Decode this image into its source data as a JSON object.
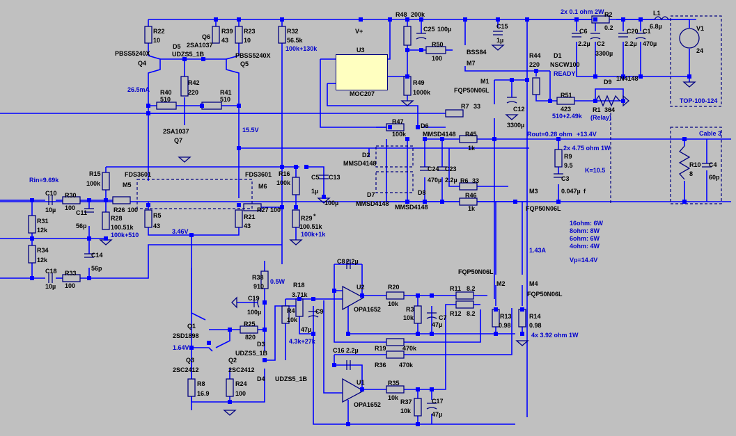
{
  "window": {
    "title": "LTspice schematic - headphone/speaker amplifier"
  },
  "colors": {
    "background": "#c0c0c0",
    "wire": "#0000ff",
    "component": "#000080",
    "label": "#000000",
    "annotation": "#0000cc",
    "opto_fill": "#ffffc0"
  },
  "components": {
    "R22": {
      "name": "R22",
      "value": "10"
    },
    "R39": {
      "name": "R39",
      "value": "43"
    },
    "R23": {
      "name": "R23",
      "value": "10"
    },
    "R32": {
      "name": "R32",
      "value": "56.5k",
      "note": "100k+130k"
    },
    "Q4": {
      "name": "Q4",
      "model": "PBSS5240X"
    },
    "Q5": {
      "name": "Q5",
      "model": "PBSS5240X"
    },
    "Q6": {
      "name": "Q6",
      "model": "2SA1037"
    },
    "Q7": {
      "name": "Q7",
      "model": "2SA1037"
    },
    "D5": {
      "name": "D5",
      "model": "UDZS5_1B"
    },
    "R42": {
      "name": "R42",
      "value": "220"
    },
    "R40": {
      "name": "R40",
      "value": "510"
    },
    "R41": {
      "name": "R41",
      "value": "510"
    },
    "R48": {
      "name": "R48",
      "value": "200k"
    },
    "C25": {
      "name": "C25",
      "value": "100µ"
    },
    "C15": {
      "name": "C15",
      "value": "1µ"
    },
    "U3": {
      "name": "U3",
      "model": "MOC207"
    },
    "R50": {
      "name": "R50",
      "value": "100"
    },
    "M7": {
      "name": "M7",
      "model": "BSS84"
    },
    "R49": {
      "name": "R49",
      "value": "1000k"
    },
    "R44": {
      "name": "R44",
      "value": "220"
    },
    "D1": {
      "name": "D1",
      "model": "NSCW100",
      "note": "READY"
    },
    "R51": {
      "name": "R51",
      "value": "423",
      "note": "510+2.49k"
    },
    "D9": {
      "name": "D9",
      "model": "1N4148"
    },
    "R1": {
      "name": "R1",
      "value": "364",
      "note": "(Relay)"
    },
    "C6": {
      "name": "C6",
      "value": "2.2µ"
    },
    "C2": {
      "name": "C2",
      "value": "3300µ"
    },
    "R2": {
      "name": "R2",
      "value": "0.2"
    },
    "C20": {
      "name": "C20",
      "value": "2.2µ"
    },
    "C1": {
      "name": "C1",
      "value": "470µ"
    },
    "L1": {
      "name": "L1",
      "value": "6.8µ"
    },
    "V1": {
      "name": "V1",
      "value": "24"
    },
    "M1": {
      "name": "M1",
      "model": "FQP50N06L"
    },
    "R7": {
      "name": "R7",
      "value": "33"
    },
    "C12": {
      "name": "C12",
      "value": "3300µ"
    },
    "R47": {
      "name": "R47",
      "value": "100k"
    },
    "D6": {
      "name": "D6",
      "model": "MMSD4148"
    },
    "R45": {
      "name": "R45",
      "value": "1k"
    },
    "D2": {
      "name": "D2",
      "model": "MMSD4148"
    },
    "D7": {
      "name": "D7",
      "model": "MMSD4148"
    },
    "D8": {
      "name": "D8",
      "model": "MMSD4148"
    },
    "C24": {
      "name": "C24",
      "value": "470µ"
    },
    "C23": {
      "name": "C23",
      "value": "2.2µ"
    },
    "R6": {
      "name": "R6",
      "value": "33"
    },
    "R46": {
      "name": "R46",
      "value": "1k"
    },
    "M3": {
      "name": "M3",
      "model": "FQP50N06L"
    },
    "R9": {
      "name": "R9",
      "value": "9.5"
    },
    "C3": {
      "name": "C3",
      "value": "0.047µ",
      "flag": "f"
    },
    "R10": {
      "name": "R10",
      "value": "8"
    },
    "C4": {
      "name": "C4",
      "value": "60p"
    },
    "R15": {
      "name": "R15",
      "value": "100k"
    },
    "M5": {
      "name": "M5",
      "model": "FDS3601"
    },
    "M6": {
      "name": "M6",
      "model": "FDS3601"
    },
    "C10": {
      "name": "C10",
      "value": "10µ"
    },
    "R30": {
      "name": "R30",
      "value": "100"
    },
    "C11": {
      "name": "C11",
      "value": "56p"
    },
    "R26": {
      "name": "R26",
      "value": "100"
    },
    "R28": {
      "name": "R28",
      "value": "100.51k",
      "note": "100k+510"
    },
    "R5": {
      "name": "R5",
      "value": "43"
    },
    "R31": {
      "name": "R31",
      "value": "12k"
    },
    "R34": {
      "name": "R34",
      "value": "12k"
    },
    "C14": {
      "name": "C14",
      "value": "56p"
    },
    "C18": {
      "name": "C18",
      "value": "10µ"
    },
    "R33": {
      "name": "R33",
      "value": "100"
    },
    "R16": {
      "name": "R16",
      "value": "100k"
    },
    "C5": {
      "name": "C5",
      "value": "1µ"
    },
    "C13": {
      "name": "C13",
      "value": "100µ"
    },
    "R27": {
      "name": "R27",
      "value": "100"
    },
    "R21": {
      "name": "R21",
      "value": "43"
    },
    "R29": {
      "name": "R29",
      "value": "100.51k",
      "flag": "*",
      "note": "100k+1k"
    },
    "R38": {
      "name": "R38",
      "value": "910",
      "note": "0.5W"
    },
    "C19": {
      "name": "C19",
      "value": "100µ"
    },
    "R18": {
      "name": "R18",
      "value": "3.71k",
      "note": "4.3k+27k"
    },
    "R4": {
      "name": "R4",
      "value": "10k"
    },
    "C9": {
      "name": "C9",
      "value": "47µ"
    },
    "Q1": {
      "name": "Q1",
      "model": "2SD1898"
    },
    "R25": {
      "name": "R25",
      "value": "820"
    },
    "D3": {
      "name": "D3",
      "model": "UDZS5_1B"
    },
    "D4": {
      "name": "D4",
      "model": "UDZS5_1B"
    },
    "Q3": {
      "name": "Q3",
      "model": "2SC2412"
    },
    "Q2": {
      "name": "Q2",
      "model": "2SC2412"
    },
    "R8": {
      "name": "R8",
      "value": "16.9"
    },
    "R24": {
      "name": "R24",
      "value": "100"
    },
    "C8": {
      "name": "C8",
      "value": "2.2µ"
    },
    "U2": {
      "name": "U2",
      "model": "OPA1652"
    },
    "U1": {
      "name": "U1",
      "model": "OPA1652"
    },
    "R20": {
      "name": "R20",
      "value": "10k"
    },
    "R3": {
      "name": "R3",
      "value": "10k"
    },
    "C7": {
      "name": "C7",
      "value": "47µ"
    },
    "R11": {
      "name": "R11",
      "value": "8.2"
    },
    "R12": {
      "name": "R12",
      "value": "8.2"
    },
    "M2": {
      "name": "M2",
      "model": "FQP50N06L"
    },
    "M4": {
      "name": "M4",
      "model": "FQP50N06L"
    },
    "R13": {
      "name": "R13",
      "value": "0.98"
    },
    "R14": {
      "name": "R14",
      "value": "0.98"
    },
    "R19": {
      "name": "R19",
      "value": "470k"
    },
    "R36": {
      "name": "R36",
      "value": "470k"
    },
    "C16": {
      "name": "C16",
      "value": "2.2µ"
    },
    "R35": {
      "name": "R35",
      "value": "10k"
    },
    "R37": {
      "name": "R37",
      "value": "10k"
    },
    "C17": {
      "name": "C17",
      "value": "47µ"
    }
  },
  "annotations": {
    "current_q4": "26.5mA",
    "v_15_5": "15.5V",
    "rin": "Rin=9.69k",
    "v_3_46": "3.46V",
    "v_1_64": "1.64V",
    "rout": "Rout=0.28 ohm",
    "v_out": "+13.4V",
    "r9_note": "2x 4.75 ohm 1W",
    "k_factor": "K=10.5",
    "r2_note": "2x 0.1 ohm 2W",
    "power_block": "TOP-100-124",
    "cable_block": "Cable 3",
    "power_list": [
      "16ohm: 6W",
      "8ohm: 8W",
      "6ohm: 6W",
      "4ohm: 4W"
    ],
    "i_1_43": "1.43A",
    "vp": "Vp=14.4V",
    "r13_note": "4x 3.92 ohm 1W",
    "vplus": "V+"
  }
}
